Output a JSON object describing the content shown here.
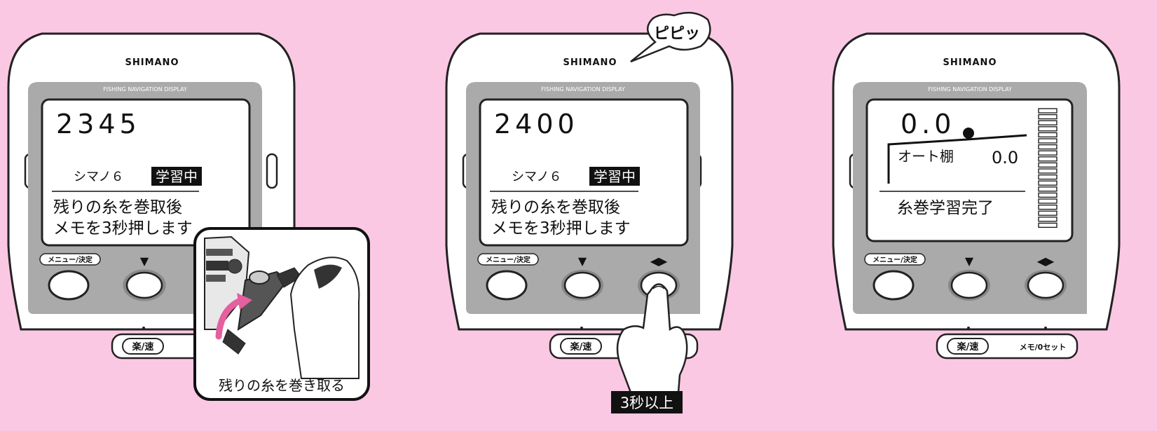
{
  "colors": {
    "background": "#fbc8e4",
    "panel_gray": "#aaaaaa",
    "arrow_pink": "#e4609e"
  },
  "device": {
    "brand": "SHIMANO",
    "display_caption": "FISHING NAVIGATION DISPLAY",
    "menu_button_label": "メニュー/決定",
    "down_arrow": "▼",
    "lr_arrow": "◀▶",
    "raku_soku_label": "楽/速",
    "memo_reset_label": "メモ/0セット"
  },
  "panel1": {
    "counter": "2345",
    "preset": "シマノ６",
    "status_badge": "学習中",
    "line1": "残りの糸を巻取後",
    "line2": "メモを3秒押します",
    "inset_caption": "残りの糸を巻き取る"
  },
  "panel2": {
    "counter": "2400",
    "preset": "シマノ６",
    "status_badge": "学習中",
    "line1": "残りの糸を巻取後",
    "line2": "メモを3秒押します",
    "beep_bubble": "ピピッ",
    "hold_label": "3秒以上"
  },
  "panel3": {
    "depth": "0.0",
    "auto_label": "オート棚",
    "auto_value": "0.0",
    "complete_msg": "糸巻学習完了"
  }
}
